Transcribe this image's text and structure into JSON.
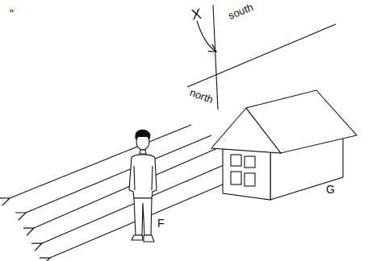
{
  "diagram": {
    "labels": [
      "\"",
      "X",
      "south",
      "north",
      "F",
      "G"
    ]
  }
}
